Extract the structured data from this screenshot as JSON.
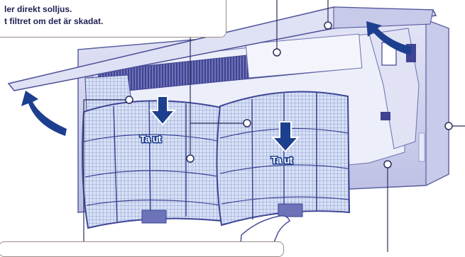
{
  "callout": {
    "line1": "ler direkt solljus.",
    "line2": "t filtret om det är skadat."
  },
  "labels": {
    "remove_left": "Ta ut",
    "remove_right": "Ta ut"
  },
  "colors": {
    "unit_body": "#c9cbe8",
    "unit_shadow": "#8e92c6",
    "filter_mesh": "#cfd9f2",
    "arrow": "#1d3f8f",
    "leader_line": "#2b2f5c",
    "callout_border": "#9a8a86"
  }
}
